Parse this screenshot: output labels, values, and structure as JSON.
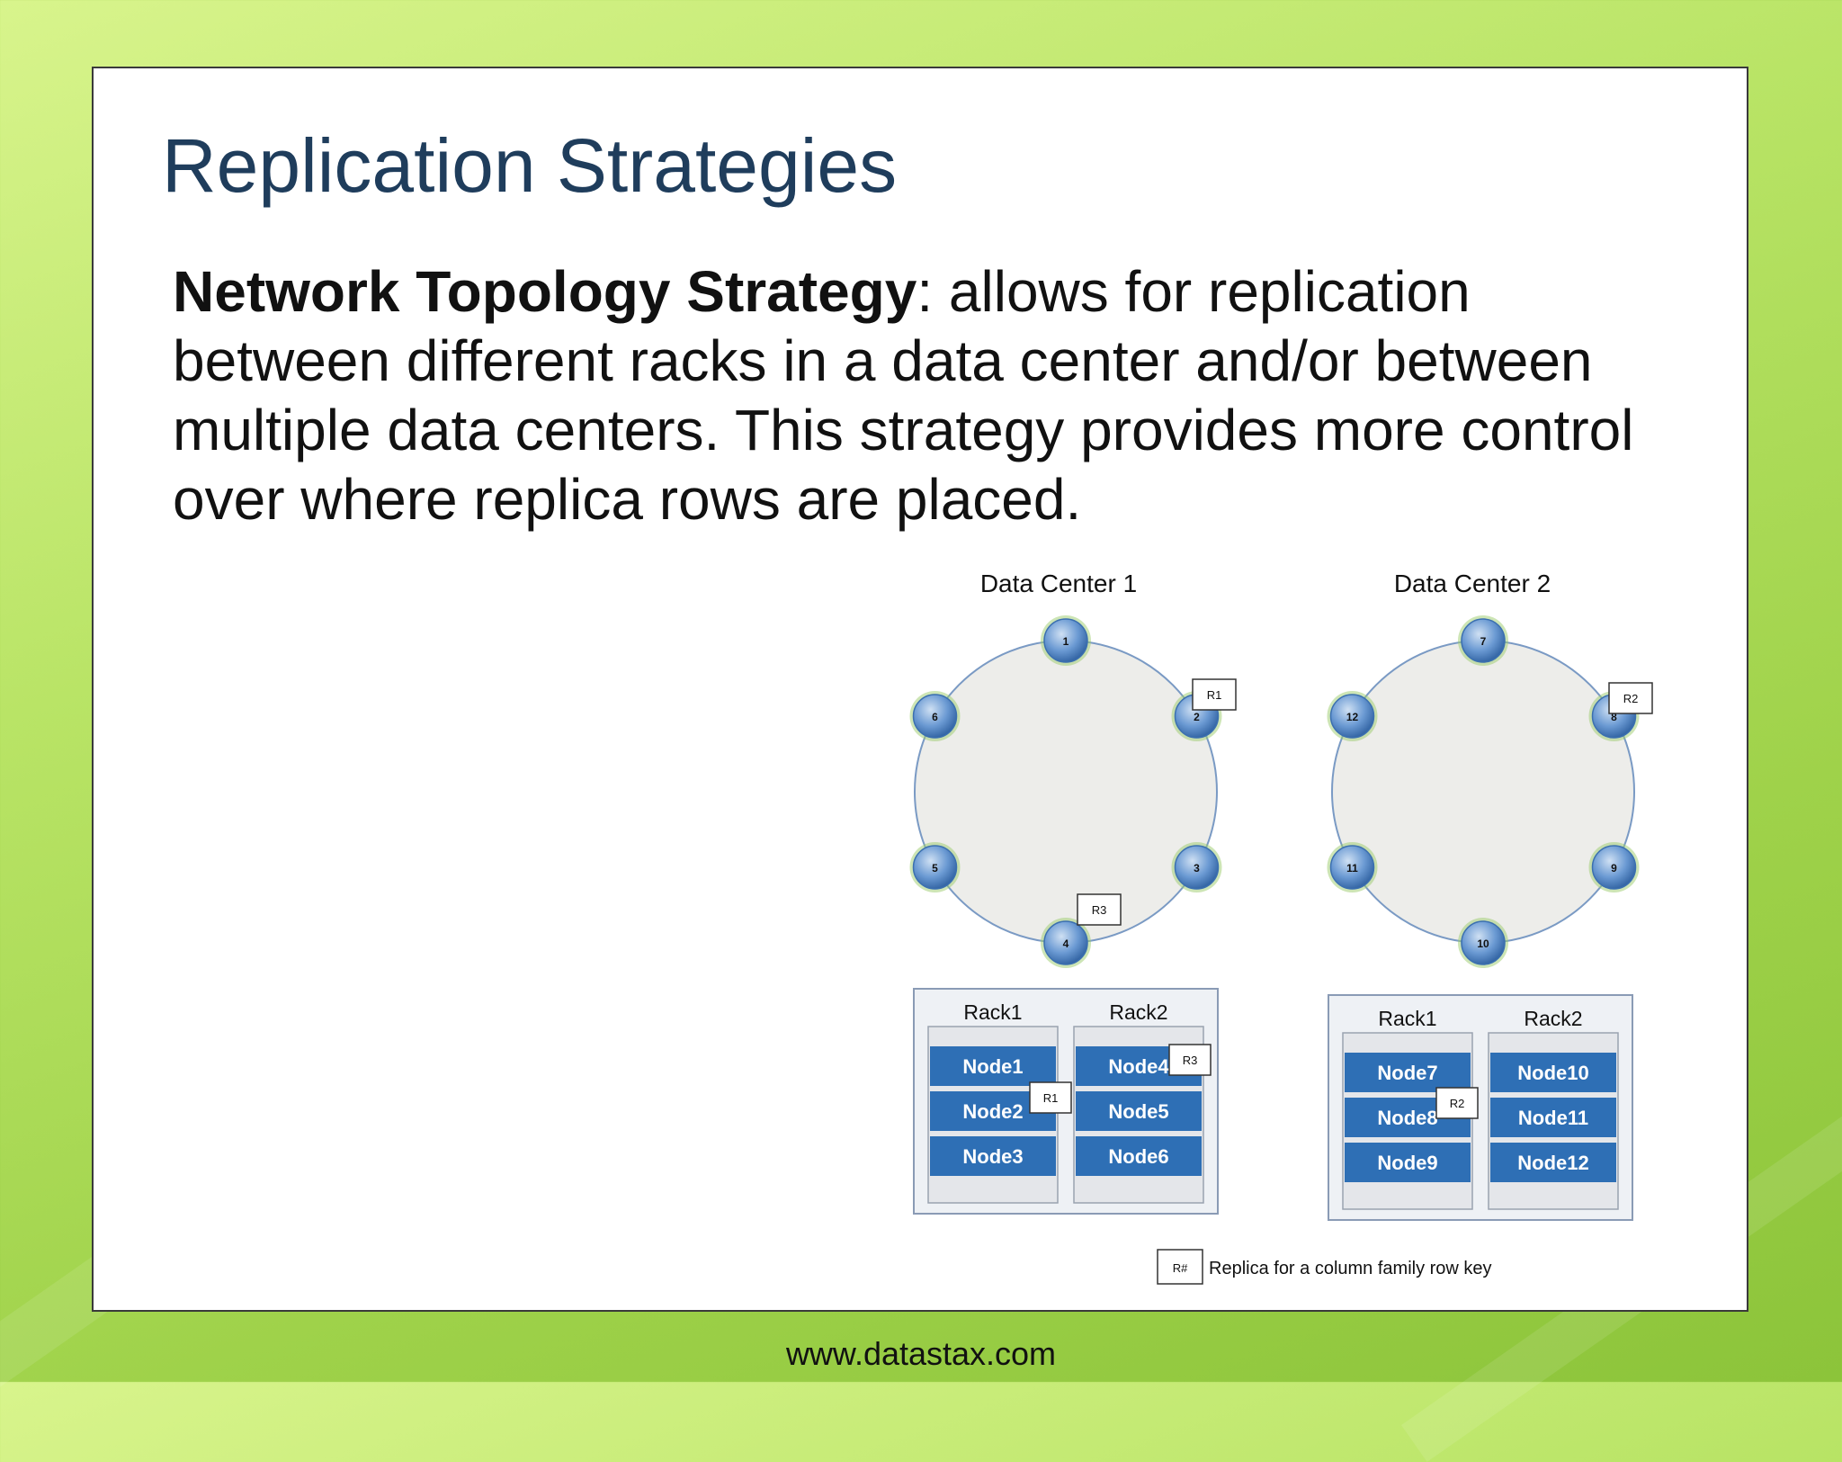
{
  "slide": {
    "title": "Replication Strategies",
    "body_bold": "Network Topology Strategy",
    "body_colon": ":",
    "body_rest": "  allows for replication between different racks in a data center and/or between multiple data centers. This strategy provides more control over where replica rows are placed."
  },
  "diagram": {
    "dc1": {
      "label": "Data Center 1",
      "ring_nodes": [
        "1",
        "2",
        "3",
        "4",
        "5",
        "6"
      ],
      "replica_tags": [
        "R1",
        "R3"
      ],
      "racks": [
        {
          "label": "Rack1",
          "nodes": [
            "Node1",
            "Node2",
            "Node3"
          ]
        },
        {
          "label": "Rack2",
          "nodes": [
            "Node4",
            "Node5",
            "Node6"
          ]
        }
      ],
      "rack_replica_tags": [
        "R1",
        "R3"
      ]
    },
    "dc2": {
      "label": "Data Center 2",
      "ring_nodes": [
        "7",
        "8",
        "9",
        "10",
        "11",
        "12"
      ],
      "replica_tags": [
        "R2"
      ],
      "racks": [
        {
          "label": "Rack1",
          "nodes": [
            "Node7",
            "Node8",
            "Node9"
          ]
        },
        {
          "label": "Rack2",
          "nodes": [
            "Node10",
            "Node11",
            "Node12"
          ]
        }
      ],
      "rack_replica_tags": [
        "R2"
      ]
    },
    "legend": {
      "tag": "R#",
      "text": "Replica for a column family row key"
    }
  },
  "footer": "www.datastax.com",
  "colors": {
    "title": "#1f3d5c",
    "node_fill": "#2e6fb5",
    "ring_node": "#5b8fcb",
    "background": "#b9e466"
  }
}
